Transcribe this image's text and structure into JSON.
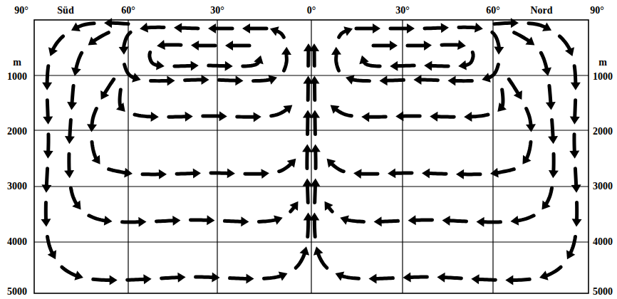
{
  "diagram": {
    "labels": [
      "90°",
      "Süd",
      "60°",
      "30°",
      "0°",
      "30°",
      "60°",
      "Nord",
      "90°",
      "m",
      "1000",
      "2000",
      "3000",
      "4000",
      "5000",
      "m",
      "1000",
      "2000",
      "3000",
      "4000",
      "5000"
    ]
  }
}
